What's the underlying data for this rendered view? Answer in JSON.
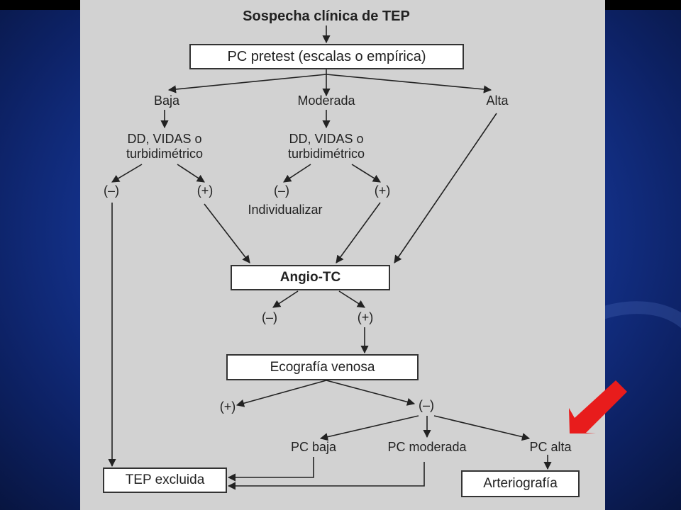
{
  "slide": {
    "colors": {
      "background": "#1a3fa8",
      "panel": "#d2d2d2",
      "arrow_marker": "#e81c1c"
    }
  },
  "flowchart": {
    "title": "Sospecha clínica de TEP",
    "pretest_box": "PC pretest (escalas o empírica)",
    "level_low": "Baja",
    "level_mid": "Moderada",
    "level_high": "Alta",
    "test_low_line1": "DD, VIDAS o",
    "test_low_line2": "turbidimétrico",
    "test_mid_line1": "DD, VIDAS o",
    "test_mid_line2": "turbidimétrico",
    "low_neg": "(–)",
    "low_pos": "(+)",
    "mid_neg": "(–)",
    "mid_pos": "(+)",
    "individualize": "Individualizar",
    "angio_box": "Angio-TC",
    "angio_neg": "(–)",
    "angio_pos": "(+)",
    "echo_box": "Ecografía venosa",
    "echo_pos": "(+)",
    "echo_neg": "(–)",
    "pc_low": "PC baja",
    "pc_mid": "PC moderada",
    "pc_high": "PC alta",
    "excluded_box": "TEP excluida",
    "arterio_box": "Arteriografía"
  }
}
